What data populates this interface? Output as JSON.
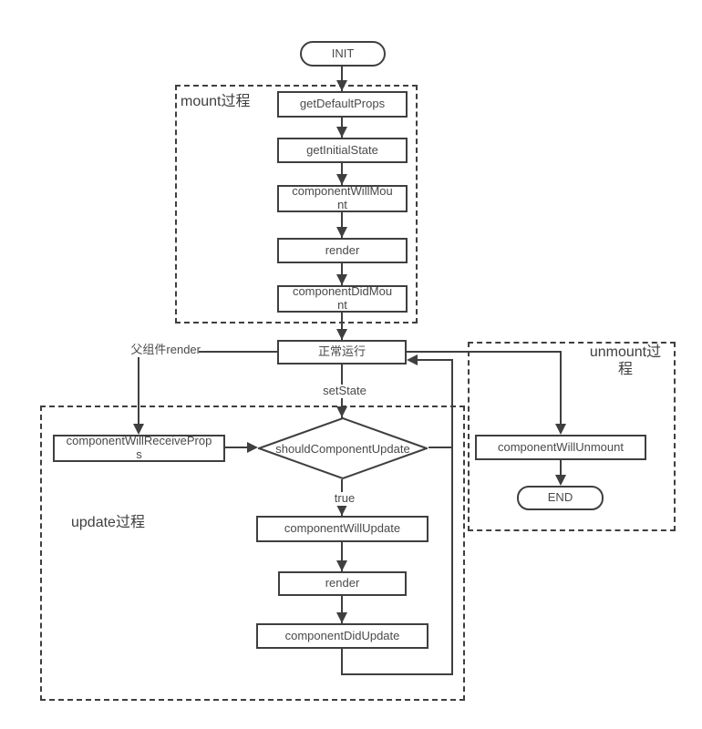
{
  "diagram": {
    "nodes": {
      "init": "INIT",
      "get_default_props": "getDefaultProps",
      "get_initial_state": "getInitialState",
      "component_will_mount": "componentWillMou\nnt",
      "render_mount": "render",
      "component_did_mount": "componentDidMou\nnt",
      "normal_running": "正常运行",
      "component_will_receive_props": "componentWillReceiveProp\ns",
      "should_component_update": "shouldComponentUpdate",
      "component_will_update": "componentWillUpdate",
      "render_update": "render",
      "component_did_update": "componentDidUpdate",
      "component_will_unmount": "componentWillUnmount",
      "end": "END"
    },
    "groups": {
      "mount": "mount过程",
      "update": "update过程",
      "unmount": "unmount过\n程"
    },
    "edge_labels": {
      "parent_render": "父组件render",
      "set_state": "setState",
      "true_branch": "true"
    },
    "colors": {
      "line": "#3f3f3f",
      "text": "#4a4a4a",
      "background": "#ffffff"
    }
  }
}
